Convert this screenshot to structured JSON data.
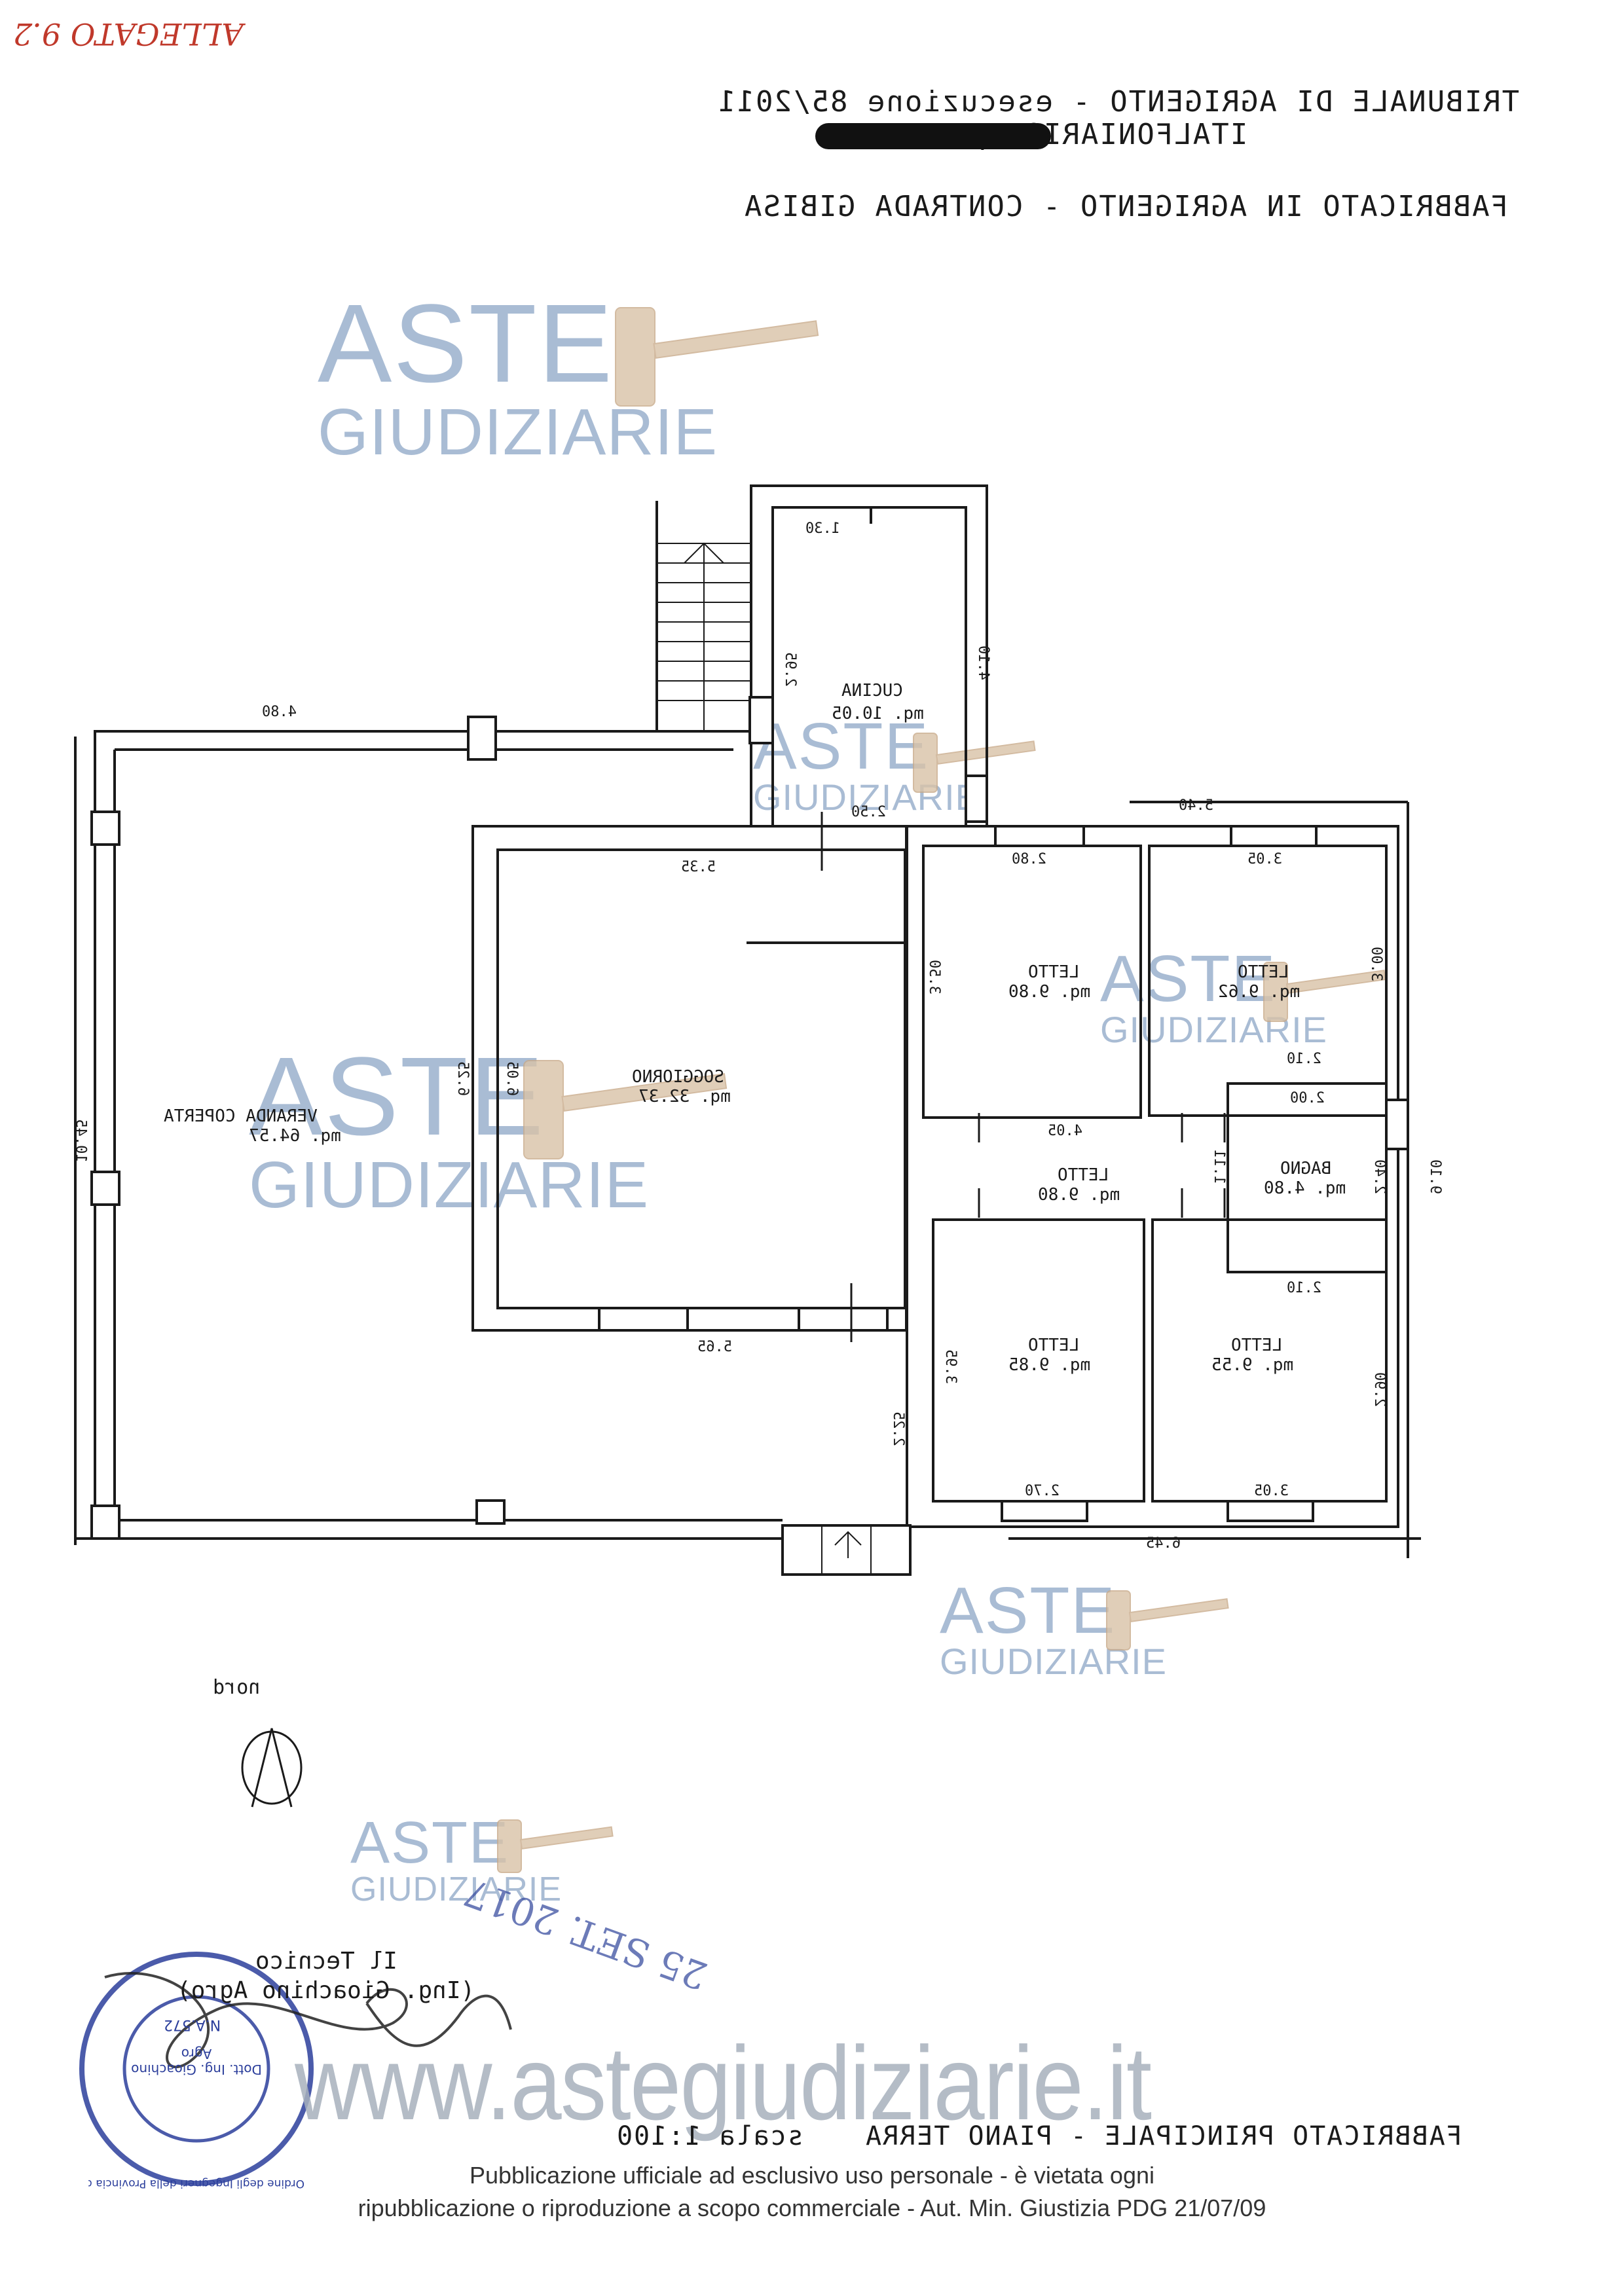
{
  "handnote": "ALLEGATO 9.2",
  "header": {
    "line1": "TRIBUNALE DI AGRIGENTO - esecuzione 85/2011",
    "line2": "ITALFONIARIO spa contro",
    "line3": "FABBRICATO IN AGRIGENTO - CONTRADA GIBISA"
  },
  "watermark": {
    "aste": "ASTE",
    "giudiziarie": "GIUDIZIARIE"
  },
  "rooms": {
    "cucina": {
      "name": "CUCINA",
      "area": "mq. 10.05"
    },
    "soggiorno": {
      "name": "SOGGIORNO",
      "area": "mq. 32.37"
    },
    "veranda": {
      "name": "VERANDA COPERTA",
      "area": "mq. 64.57"
    },
    "letto_ne": {
      "name": "LETTO",
      "area": "mq. 9.80"
    },
    "letto_e": {
      "name": "LETTO",
      "area": "mq. 9.62"
    },
    "letto_mid": {
      "name": "LETTO",
      "area": "mq. 9.80"
    },
    "bagno": {
      "name": "BAGNO",
      "area": "mq. 4.80"
    },
    "letto_sw": {
      "name": "LETTO",
      "area": "mq. 9.85"
    },
    "letto_se": {
      "name": "LETTO",
      "area": "mq. 9.55"
    }
  },
  "dims": {
    "d_130": "1.30",
    "d_410": "4.10",
    "d_295": "2.95",
    "d_250": "2.50",
    "d_480": "4.80",
    "d_540": "5.40",
    "d_335": "5.35",
    "d_280": "2.80",
    "d_305a": "3.05",
    "d_350": "3.50",
    "d_300": "3.00",
    "d_210a": "2.10",
    "d_625": "6.25",
    "d_605": "6.05",
    "d_1045": "10.45",
    "d_405": "4.05",
    "d_200": "2.00",
    "d_111": "1.11",
    "d_240": "2.40",
    "d_910": "9.10",
    "d_210b": "2.10",
    "d_565": "5.65",
    "d_395": "3.95",
    "d_290": "2.90",
    "d_225": "2.25",
    "d_270": "2.70",
    "d_305b": "3.05",
    "d_645": "6.45"
  },
  "north": "nord",
  "signature": {
    "title": "Il Tecnico",
    "name": "(Ing. Gioachino Agro)"
  },
  "stamp": {
    "ring": "Ordine degli Ingegneri della Provincia di Agrigento",
    "center": "Dott. Ing. Gioachino Agro",
    "number": "N.A.572"
  },
  "date_stamp": "25 SET. 2017",
  "caption": "FABBRICATO PRINCIPALE - PIANO TERRA",
  "scale": "scala 1:100",
  "site": "www.astegiudiziarie.it",
  "footer": {
    "line1": "Pubblicazione ufficiale ad esclusivo uso personale - è vietata ogni",
    "line2": "ripubblicazione o riproduzione a scopo commerciale - Aut. Min. Giustizia PDG 21/07/09"
  },
  "colors": {
    "ink": "#1a1a1a",
    "watermark": "#a9bcd4",
    "stamp": "#2c3f9c",
    "handnote": "#c0392b"
  }
}
